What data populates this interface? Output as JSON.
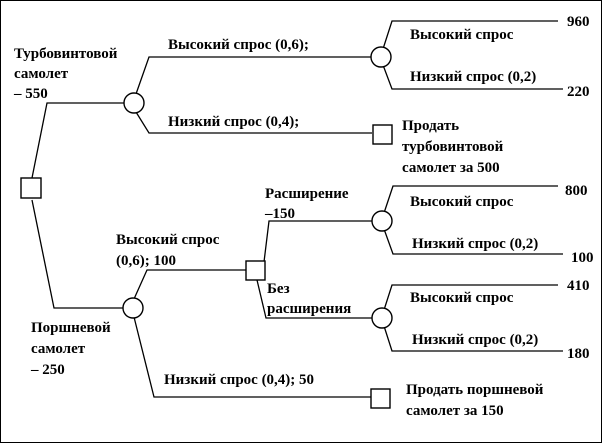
{
  "labels": {
    "turboprop_line1": "Турбовинтовой",
    "turboprop_line2": "самолет",
    "turboprop_cost": "– 550",
    "piston_line1": "Поршневой",
    "piston_line2": "самолет",
    "piston_cost": "– 250",
    "turbo_high": "Высокий спрос (0,6);",
    "turbo_low": "Низкий спрос (0,4);",
    "turbo_high_high": "Высокий спрос",
    "turbo_high_low": "Низкий спрос (0,2)",
    "turbo_sell_line1": "Продать",
    "turbo_sell_line2": "турбовинтовой",
    "turbo_sell_line3": "самолет за 500",
    "piston_high_line1": "Высокий спрос",
    "piston_high_line2": "(0,6);  100",
    "piston_low": "Низкий спрос (0,4); 50",
    "expand_line1": "Расширение",
    "expand_line2": "–150",
    "no_expand_line1": "Без",
    "no_expand_line2": "расширения",
    "exp_high": "Высокий спрос",
    "exp_low": "Низкий спрос (0,2)",
    "noexp_high": "Высокий спрос",
    "noexp_low": "Низкий спрос (0,2)",
    "piston_sell_line1": "Продать поршневой",
    "piston_sell_line2": "самолет за 150"
  },
  "payoffs": {
    "turbo_high_high": "960",
    "turbo_high_low": "220",
    "exp_high": "800",
    "exp_low": "100",
    "noexp_high": "410",
    "noexp_low": "180"
  }
}
